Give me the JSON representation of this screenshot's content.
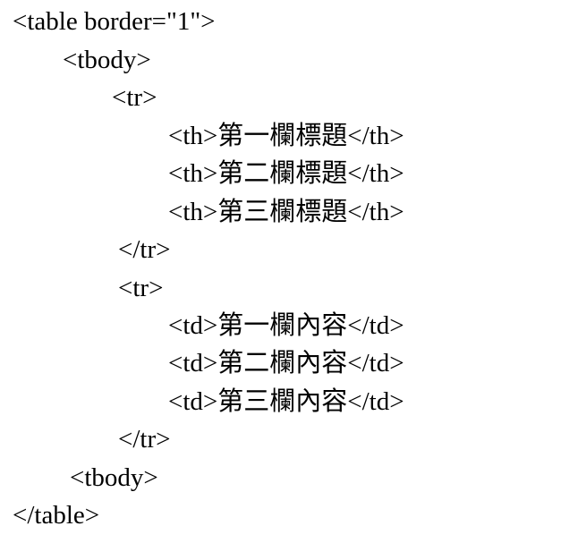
{
  "code": {
    "lines": [
      "<table border=\"1\">",
      "<tbody>",
      "<tr>",
      "<th>第一欄標題</th>",
      "<th>第二欄標題</th>",
      "<th>第三欄標題</th>",
      "</tr>",
      "<tr>",
      "<td>第一欄內容</td>",
      "<td>第二欄內容</td>",
      "<td>第三欄內容</td>",
      "</tr>",
      "<tbody>",
      "</table>"
    ]
  }
}
